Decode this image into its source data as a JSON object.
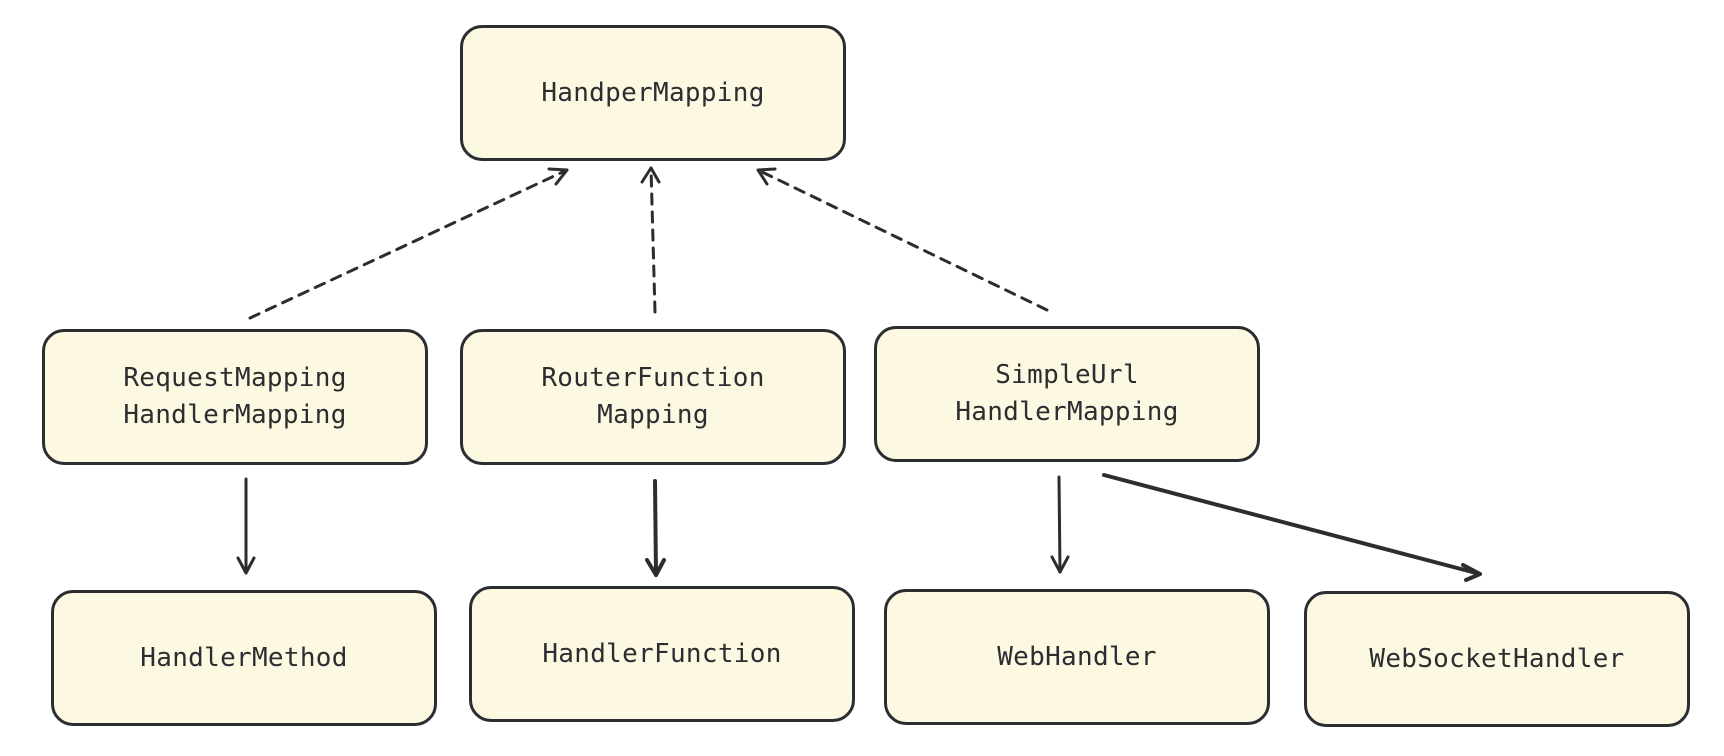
{
  "colors": {
    "node_fill": "#fdf8e1",
    "stroke": "#2b2d31",
    "text": "#2b2d31",
    "background": "#ffffff"
  },
  "nodes": {
    "root": {
      "lines": [
        "HandperMapping"
      ]
    },
    "request_mapping": {
      "lines": [
        "RequestMapping",
        "HandlerMapping"
      ]
    },
    "router_function": {
      "lines": [
        "RouterFunction",
        "Mapping"
      ]
    },
    "simple_url": {
      "lines": [
        "SimpleUrl",
        "HandlerMapping"
      ]
    },
    "handler_method": {
      "lines": [
        "HandlerMethod"
      ]
    },
    "handler_function": {
      "lines": [
        "HandlerFunction"
      ]
    },
    "web_handler": {
      "lines": [
        "WebHandler"
      ]
    },
    "websocket_handler": {
      "lines": [
        "WebSocketHandler"
      ]
    }
  },
  "edges": [
    {
      "from": "request_mapping",
      "to": "root",
      "style": "dashed"
    },
    {
      "from": "router_function",
      "to": "root",
      "style": "dashed"
    },
    {
      "from": "simple_url",
      "to": "root",
      "style": "dashed"
    },
    {
      "from": "request_mapping",
      "to": "handler_method",
      "style": "solid"
    },
    {
      "from": "router_function",
      "to": "handler_function",
      "style": "solid"
    },
    {
      "from": "simple_url",
      "to": "web_handler",
      "style": "solid"
    },
    {
      "from": "simple_url",
      "to": "websocket_handler",
      "style": "solid"
    }
  ]
}
